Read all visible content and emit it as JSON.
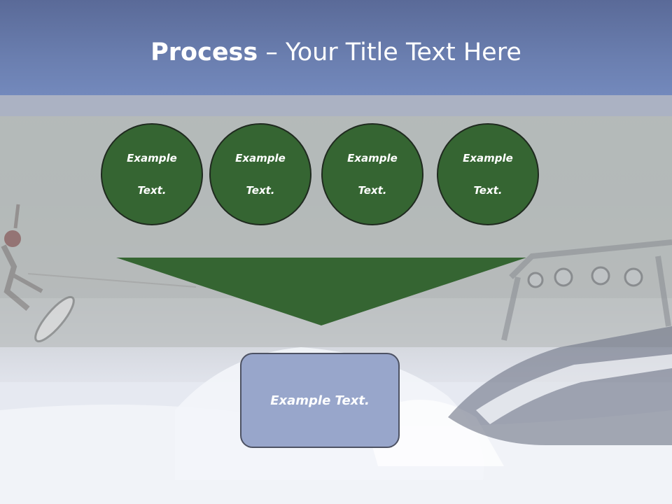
{
  "slide": {
    "title_bold": "Process",
    "title_rest": " – Your Title Text Here",
    "circles": [
      {
        "line1": "Example",
        "line2": "Text."
      },
      {
        "line1": "Example",
        "line2": "Text."
      },
      {
        "line1": "Example",
        "line2": "Text."
      },
      {
        "line1": "Example",
        "line2": "Text."
      }
    ],
    "box_text": "Example Text."
  },
  "colors": {
    "header": "#6a7eaf",
    "circle_fill": "#356532",
    "funnel_fill": "#356532",
    "box_fill": "#98a6cb",
    "text": "#ffffff"
  },
  "icons": [
    "wakeboarder-photo",
    "boat-photo"
  ]
}
